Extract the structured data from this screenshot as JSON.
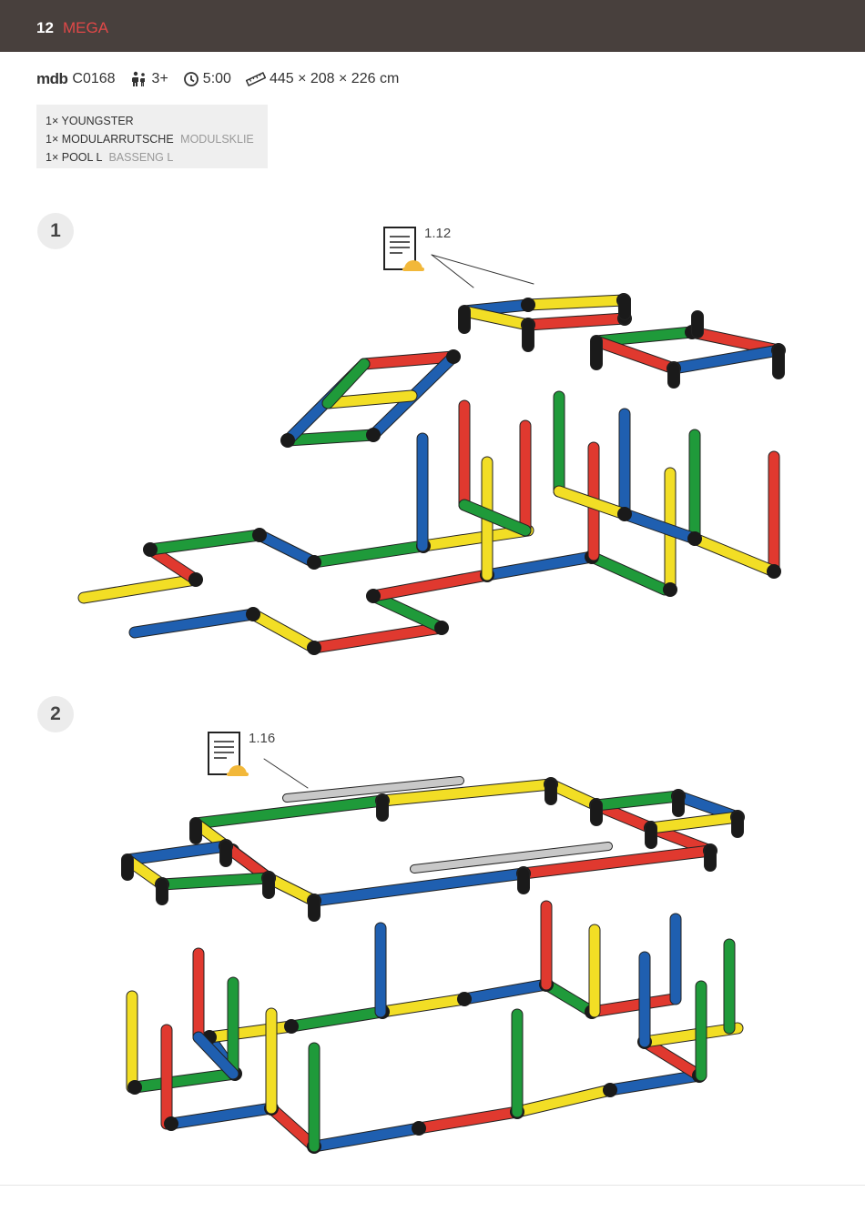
{
  "header": {
    "page_number": "12",
    "title": "MEGA"
  },
  "specs": {
    "brand": "mdb",
    "model": "C0168",
    "age": "3+",
    "time": "5:00",
    "dimensions": "445 × 208 × 226 cm",
    "icons": [
      "children-icon",
      "clock-icon",
      "ruler-icon"
    ]
  },
  "parts": [
    {
      "qty": "1×",
      "name": "YOUNGSTER",
      "alt": ""
    },
    {
      "qty": "1×",
      "name": "MODULARRUTSCHE",
      "alt": "MODULSKLIE"
    },
    {
      "qty": "1×",
      "name": "POOL L",
      "alt": "BASSENG L"
    }
  ],
  "steps": [
    {
      "number": "1",
      "reference": "1.12"
    },
    {
      "number": "2",
      "reference": "1.16"
    }
  ],
  "colors": {
    "header_bg": "#48403d",
    "title_red": "#e04848",
    "pipe_red": "#e0392f",
    "pipe_yellow": "#f2de25",
    "pipe_green": "#1f9a3a",
    "pipe_blue": "#1f5fb0",
    "connector": "#1a1a1a",
    "rail_gray": "#c8c8c8",
    "helmet": "#f2b83a"
  }
}
